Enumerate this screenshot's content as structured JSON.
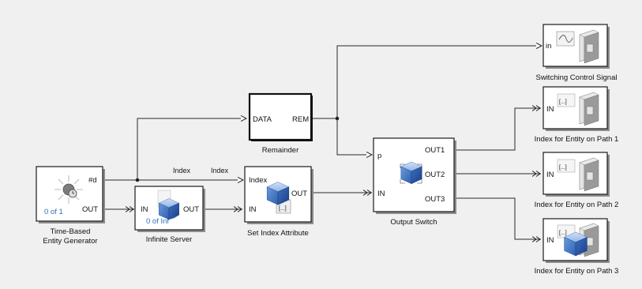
{
  "blocks": {
    "generator": {
      "caption_1": "Time-Based",
      "caption_2": "Entity Generator",
      "count": "0 of 1",
      "port_d": "#d",
      "port_out": "OUT"
    },
    "server": {
      "caption": "Infinite Server",
      "port_in": "IN",
      "port_out": "OUT",
      "count": "0 of Inf"
    },
    "set_index": {
      "caption": "Set Index Attribute",
      "port_index": "Index",
      "port_in": "IN",
      "port_out": "OUT",
      "symbol": "[...]"
    },
    "remainder": {
      "caption": "Remainder",
      "port_data": "DATA",
      "port_rem": "REM"
    },
    "output_switch": {
      "caption": "Output Switch",
      "port_p": "p",
      "port_in": "IN",
      "port_out1": "OUT1",
      "port_out2": "OUT2",
      "port_out3": "OUT3"
    },
    "scope_signal": {
      "caption": "Switching Control Signal",
      "port_in": "in"
    },
    "sink1": {
      "caption": "Index for Entity on Path 1",
      "port_in": "IN",
      "symbol": "[...]"
    },
    "sink2": {
      "caption": "Index for Entity on Path 2",
      "port_in": "IN",
      "symbol": "[...]"
    },
    "sink3": {
      "caption": "Index for Entity on Path 3",
      "port_in": "IN",
      "symbol": "[...]"
    }
  },
  "signals": {
    "index_label_1": "Index",
    "index_label_2": "Index"
  },
  "colors": {
    "background": "#f0f0f0",
    "block": "#ffffff",
    "cube": "#3a6fc0",
    "count_text": "#2f6fb8"
  }
}
